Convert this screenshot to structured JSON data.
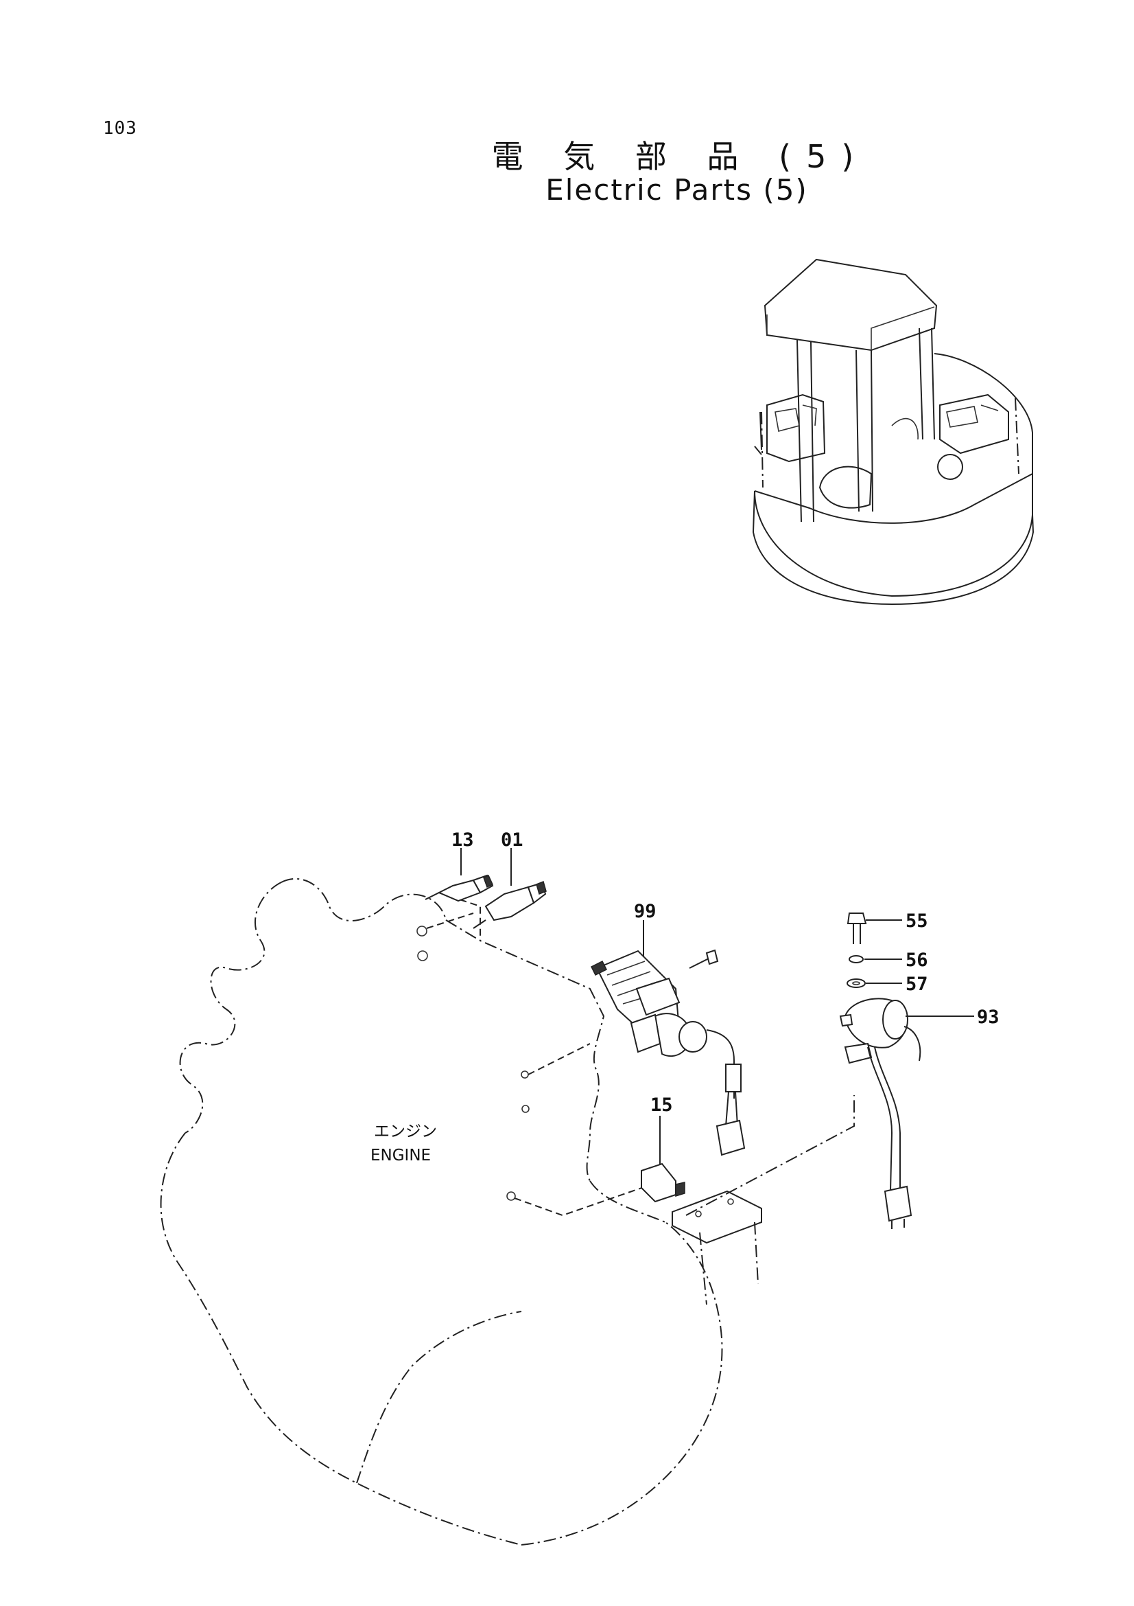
{
  "page": {
    "number": "103"
  },
  "title": {
    "japanese": "電 気 部 品 (5)",
    "english": "Electric Parts (5)"
  },
  "engine_label": {
    "japanese": "エンジン",
    "english": "ENGINE"
  },
  "callouts": [
    {
      "id": "13",
      "label": "13"
    },
    {
      "id": "01",
      "label": "01"
    },
    {
      "id": "99",
      "label": "99"
    },
    {
      "id": "55",
      "label": "55"
    },
    {
      "id": "56",
      "label": "56"
    },
    {
      "id": "57",
      "label": "57"
    },
    {
      "id": "93",
      "label": "93"
    },
    {
      "id": "15",
      "label": "15"
    }
  ]
}
